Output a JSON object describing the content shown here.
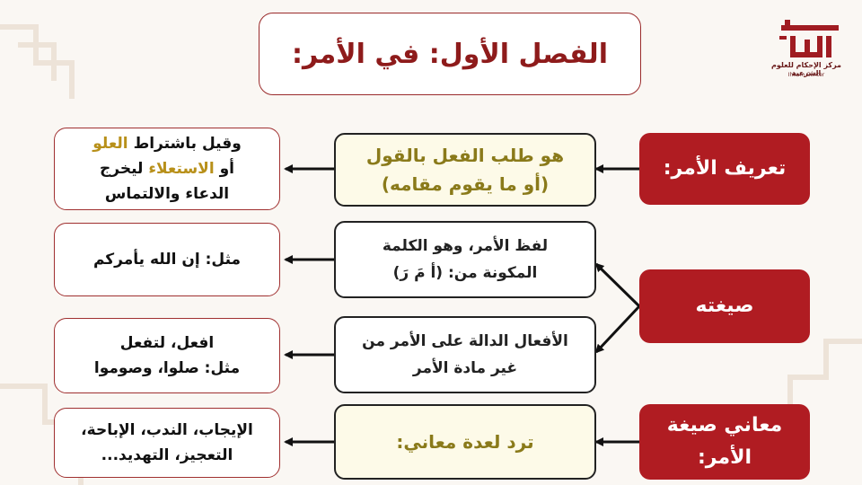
{
  "title": "الفصل الأول: في الأمر:",
  "logo": {
    "name": "إحكام",
    "subtitle": "مركز الإحكام للعلوم الشرعية",
    "tagline": "Ihkam Center"
  },
  "rows": {
    "definition": {
      "label": "تعريف الأمر:",
      "text_line1": "هو طلب الفعل بالقول",
      "text_line2": "(أو ما يقوم مقامه)",
      "note_prefix": "وقيل باشتراط",
      "note_hl1": "العلو",
      "note_mid": "أو",
      "note_hl2": "الاستعلاء",
      "note_suffix": "ليخرج",
      "note_line3": "الدعاء والالتماس"
    },
    "form": {
      "label": "صيغته",
      "text1_line1": "لفظ الأمر، وهو الكلمة",
      "text1_line2": "المكونة من: (أ مَ رَ)",
      "example1": "مثل: إن الله يأمركم",
      "text2_line1": "الأفعال الدالة على الأمر من",
      "text2_line2": "غير مادة الأمر",
      "example2_line1": "افعل، لتفعل",
      "example2_line2": "مثل: صلوا، وصوموا"
    },
    "meanings": {
      "label_line1": "معاني صيغة",
      "label_line2": "الأمر:",
      "text": "ترد لعدة معاني:",
      "list_line1": "الإيجاب، الندب، الإباحة،",
      "list_line2": "التعجيز، التهديد..."
    }
  },
  "colors": {
    "primary_red": "#b01c22",
    "gold_text": "#8a7a1a",
    "highlight": "#b8901a"
  }
}
